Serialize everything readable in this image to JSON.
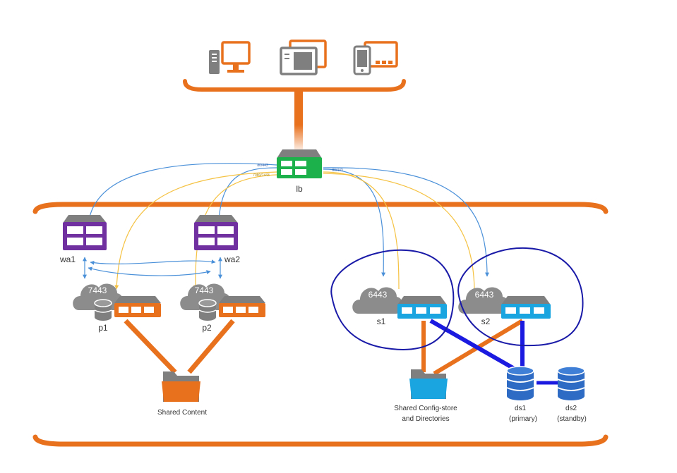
{
  "nodes": {
    "lb": "lb",
    "wa1": "wa1",
    "wa2": "wa2",
    "p1": "p1",
    "p2": "p2",
    "s1": "s1",
    "s2": "s2",
    "ds1_name": "ds1",
    "ds1_role": "(primary)",
    "ds2_name": "ds2",
    "ds2_role": "(standby)"
  },
  "ports": {
    "p1": "7443",
    "p2": "7443",
    "s1": "6443",
    "s2": "6443"
  },
  "storage": {
    "shared_content": "Shared Content",
    "config_line1": "Shared Config-store",
    "config_line2": "and Directories"
  },
  "link_labels": {
    "lb_left_top": "80/443",
    "lb_left_bottom": "7080/7443",
    "lb_right": "80/443"
  },
  "colors": {
    "accent_orange": "#e8711e",
    "portal_purple": "#7030a0",
    "lb_green": "#1db14b",
    "server_blue": "#1aa4e0",
    "datastore_blue": "#2d6bc4",
    "link_blue": "#4a90d9",
    "link_yellow": "#f5c242",
    "annotation_navy": "#1a1aa8"
  },
  "icons": [
    "desktop-icon",
    "tablet-icon",
    "mobile-icon",
    "folder-icon",
    "cloud-icon",
    "database-icon",
    "server-icon"
  ]
}
